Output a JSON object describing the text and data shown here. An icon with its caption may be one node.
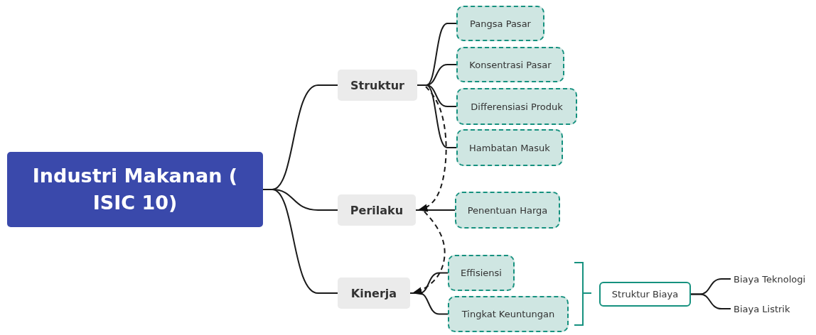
{
  "diagram": {
    "nodes": [
      {
        "text": [
          "Industri Makanan ( ISIC 10)"
        ]
      },
      {
        "text": [
          "Struktur"
        ]
      },
      {
        "text": [
          "Perilaku"
        ]
      },
      {
        "text": [
          "Kinerja"
        ]
      },
      {
        "text": [
          "Pangsa Pasar"
        ]
      },
      {
        "text": [
          "Konsentrasi Pasar"
        ]
      },
      {
        "text": [
          "Differensiasi Produk"
        ]
      },
      {
        "text": [
          "Hambatan Masuk"
        ]
      },
      {
        "text": [
          "Penentuan Harga"
        ]
      },
      {
        "text": [
          "Effisiensi"
        ]
      },
      {
        "text": [
          "Tingkat Keuntungan"
        ]
      },
      {
        "text": [
          "Struktur Biaya"
        ]
      },
      {
        "text": [
          "Biaya Teknologi"
        ]
      },
      {
        "text": [
          "Biaya Listrik"
        ]
      }
    ],
    "edges": [
      {
        "from": 0,
        "to": 1,
        "arrow": "none"
      },
      {
        "from": 0,
        "to": 2,
        "arrow": "none"
      },
      {
        "from": 0,
        "to": 3,
        "arrow": "none"
      },
      {
        "from": 1,
        "to": 4,
        "arrow": "none"
      },
      {
        "from": 1,
        "to": 5,
        "arrow": "none"
      },
      {
        "from": 1,
        "to": 6,
        "arrow": "none"
      },
      {
        "from": 1,
        "to": 7,
        "arrow": "none"
      },
      {
        "from": 2,
        "to": 8,
        "arrow": "none"
      },
      {
        "from": 3,
        "to": 9,
        "arrow": "none"
      },
      {
        "from": 3,
        "to": 10,
        "arrow": "none"
      },
      {
        "from": 11,
        "to": 12,
        "arrow": "none"
      },
      {
        "from": 11,
        "to": 13,
        "arrow": "none"
      },
      {
        "from": 1,
        "to": 2,
        "arrow": "to",
        "style": "dashed"
      },
      {
        "from": 2,
        "to": 3,
        "arrow": "to",
        "style": "dashed"
      }
    ]
  }
}
